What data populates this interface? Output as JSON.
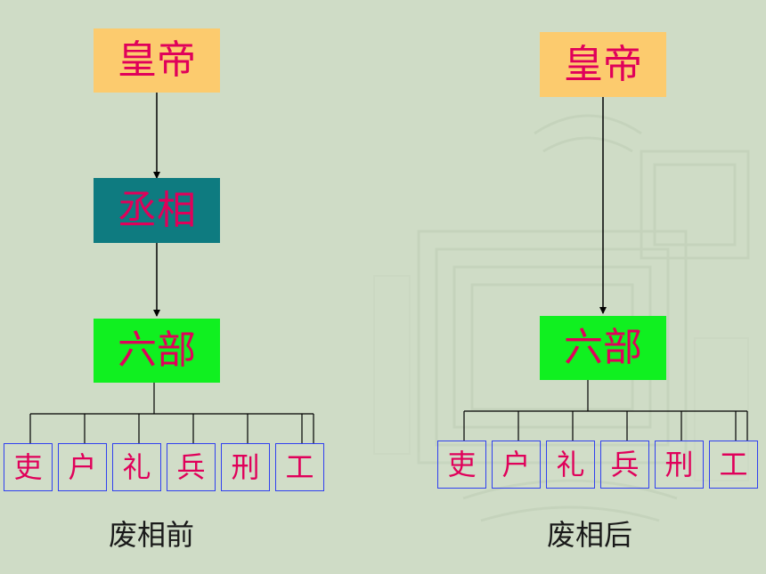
{
  "before": {
    "emperor": "皇帝",
    "chancellor": "丞相",
    "ministries": "六部",
    "departments": [
      "吏",
      "户",
      "礼",
      "兵",
      "刑",
      "工"
    ],
    "caption": "废相前"
  },
  "after": {
    "emperor": "皇帝",
    "ministries": "六部",
    "departments": [
      "吏",
      "户",
      "礼",
      "兵",
      "刑",
      "工"
    ],
    "caption": "废相后"
  },
  "colors": {
    "emperor_box": "#fccb6e",
    "chancellor_box": "#0e7b80",
    "ministries_box": "#10f020",
    "label_text": "#e0005a",
    "department_border": "#3040f0"
  }
}
